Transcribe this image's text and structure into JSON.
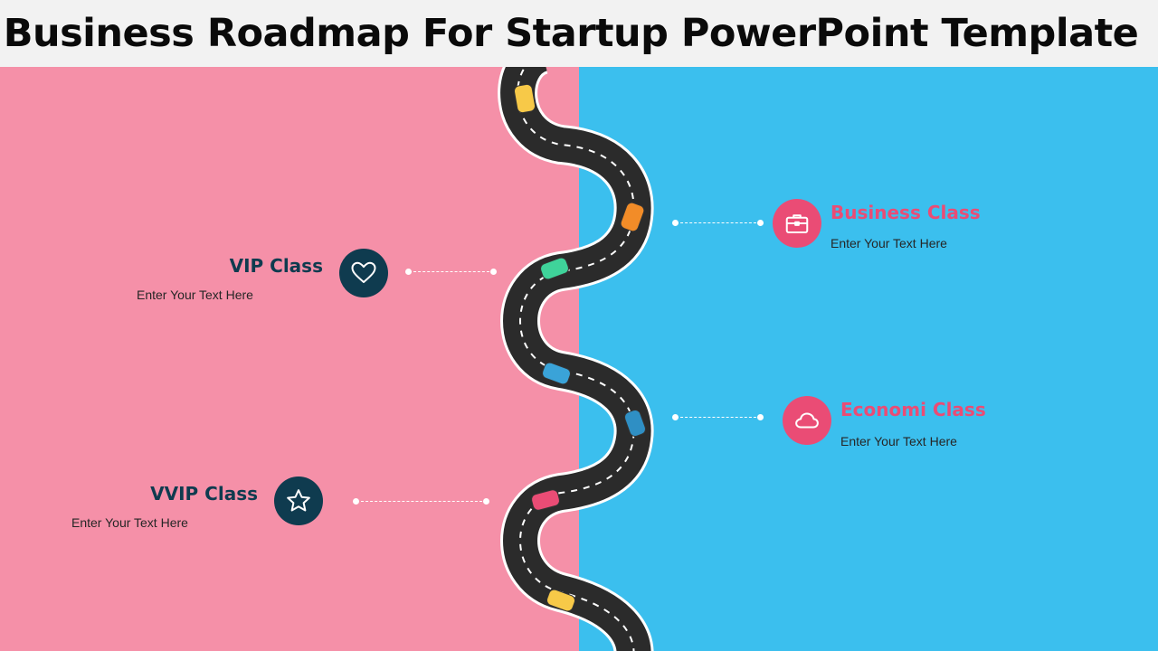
{
  "title": "Business Roadmap For Startup PowerPoint Template",
  "colors": {
    "left_bg": "#f590a8",
    "right_bg": "#3bbfee",
    "navy": "#0f3b4f",
    "pink": "#ea4c75",
    "road": "#2b2b2b"
  },
  "items": {
    "vip": {
      "title": "VIP Class",
      "text": "Enter Your Text Here",
      "icon": "heart-icon"
    },
    "vvip": {
      "title": "VVIP Class",
      "text": "Enter Your Text Here",
      "icon": "star-icon"
    },
    "business": {
      "title": "Business Class",
      "text": "Enter Your Text Here",
      "icon": "briefcase-icon"
    },
    "economi": {
      "title": "Economi Class",
      "text": "Enter Your Text Here",
      "icon": "cloud-icon"
    }
  }
}
